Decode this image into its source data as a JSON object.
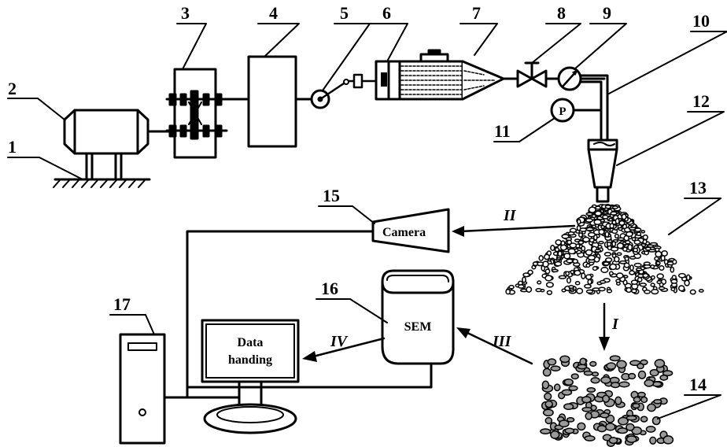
{
  "labels": {
    "n1": "1",
    "n2": "2",
    "n3": "3",
    "n4": "4",
    "n5": "5",
    "n6": "6",
    "n7": "7",
    "n8": "8",
    "n9": "9",
    "n10": "10",
    "n11": "11",
    "n12": "12",
    "n13": "13",
    "n14": "14",
    "n15": "15",
    "n16": "16",
    "n17": "17"
  },
  "paths": {
    "I": "I",
    "II": "II",
    "III": "III",
    "IV": "IV"
  },
  "devices": {
    "camera": "Camera",
    "sem": "SEM",
    "monitor_line1": "Data",
    "monitor_line2": "handing",
    "pressure_gauge": "P"
  }
}
